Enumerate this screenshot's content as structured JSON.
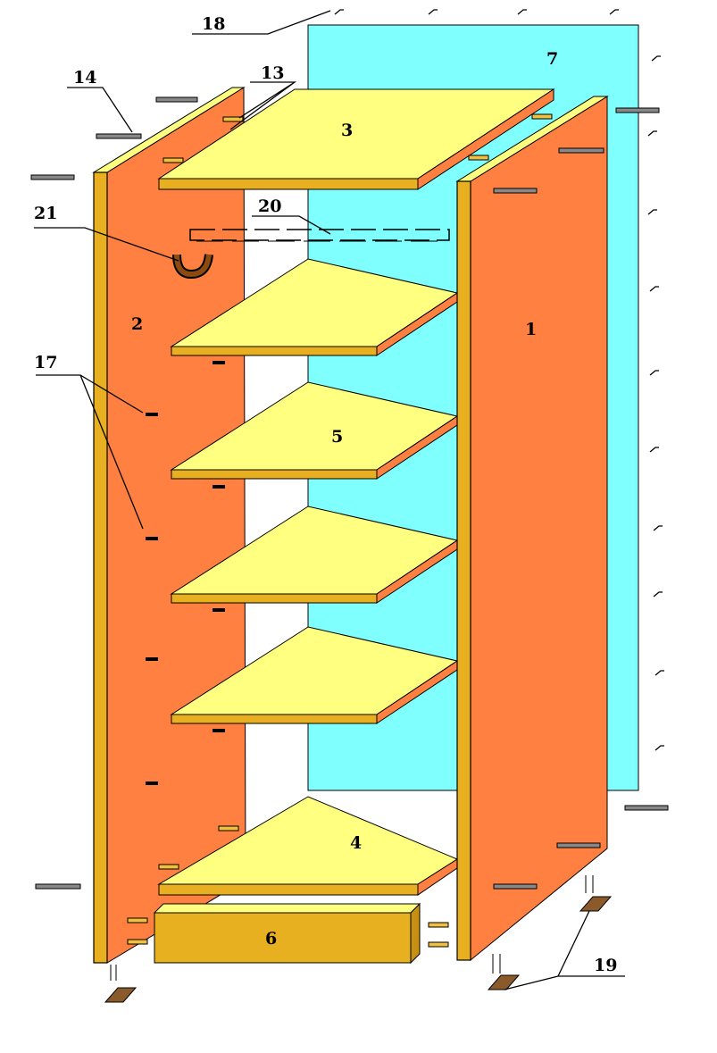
{
  "title": "Shelf unit exploded assembly diagram",
  "colors": {
    "back_panel": "#80FFFF",
    "side_panel": "#FF8040",
    "edge": "#E8B020",
    "shelf_top": "#FFFF80",
    "foot": "#8B5A2B",
    "hook": "#8B4A10"
  },
  "labels": {
    "side_right": "1",
    "side_left": "2",
    "shelf_top": "3",
    "shelf_bottom": "4",
    "shelf_middle": "5",
    "plinth": "6",
    "back_panel": "7",
    "dowel_14": "14",
    "pins_13": "13",
    "supports_17": "17",
    "nails_18": "18",
    "feet_19": "19",
    "rail_20": "20",
    "hook_21": "21"
  }
}
